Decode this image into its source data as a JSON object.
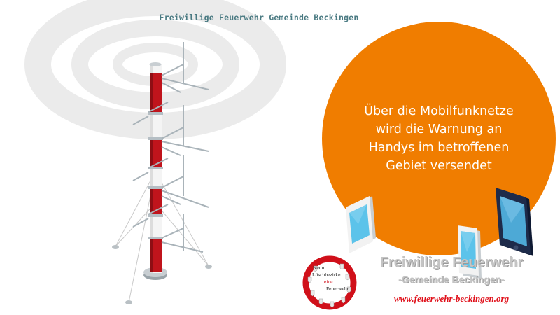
{
  "header": {
    "title": "Freiwillige Feuerwehr Gemeinde Beckingen"
  },
  "message": {
    "lines": [
      "Über die Mobilfunknetze",
      "wird die Warnung an",
      "Handys im betroffenen",
      "Gebiet versendet"
    ]
  },
  "brand": {
    "title": "Freiwillige Feuerwehr",
    "subtitle": "-Gemeinde Beckingen-",
    "url": "www.feuerwehr-beckingen.org"
  },
  "seal": {
    "line1": "Neun",
    "line2": "Löschbezirke",
    "line3": "eine",
    "line4": "Feuerwehr"
  },
  "colors": {
    "orange": "#f07d00",
    "tower_red": "#c0141c",
    "wave_gray": "#ebebeb",
    "phone_screen": "#5cc3ea",
    "phone_dark": "#1e2b4a",
    "url_red": "#e0101a",
    "header_teal": "#4a7a82"
  },
  "icons": {
    "tower": "radio-tower-icon",
    "phones": "smartphone-icon",
    "seal": "fire-department-seal-icon"
  }
}
